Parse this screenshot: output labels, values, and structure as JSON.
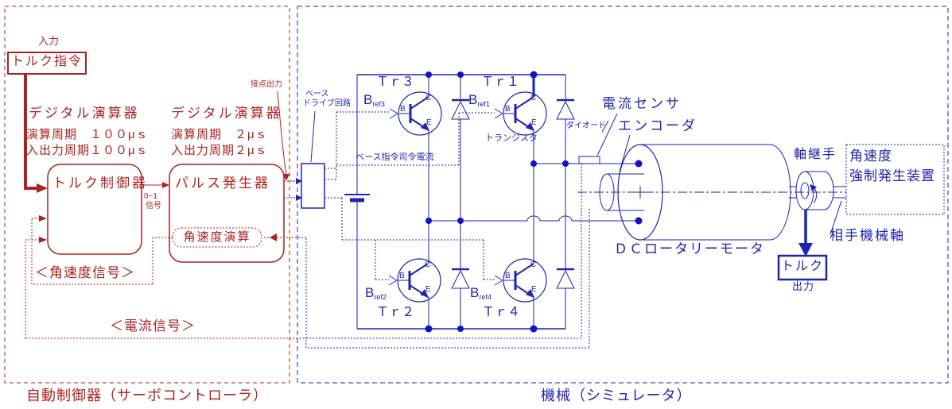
{
  "colors": {
    "red": "#aa2222",
    "blue": "#2222b2",
    "dot": "#1111cc",
    "background": "#ffffff"
  },
  "controller": {
    "caption": "自動制御器（サーボコントローラ）",
    "input_label": "入力",
    "torque_command": "トルク指令",
    "dsp_left": {
      "title": "デジタル演算器",
      "line1": "演算周期　１００μｓ",
      "line2": "入出力周期１００μｓ"
    },
    "dsp_right": {
      "title": "デジタル演算器",
      "line1": "演算周期　２μｓ",
      "line2": "入出力周期２μｓ"
    },
    "contact_output": "接点出力",
    "torque_controller": "トルク制御器",
    "pulse_generator": "パルス発生器",
    "angular_velocity_calc": "角速度演算",
    "signal_01": "0~1",
    "signal_01_sub": "信号",
    "angular_velocity_signal": "＜角速度信号＞",
    "current_signal": "＜電流信号＞"
  },
  "machine": {
    "caption": "機械（シミュレータ）",
    "base_drive_line1": "ベース",
    "base_drive_line2": "ドライブ回路",
    "base_command_current": "ベース指令司令電流",
    "transistors": {
      "tr1": "Ｔｒ１",
      "tr2": "Ｔｒ２",
      "tr3": "Ｔｒ３",
      "tr4": "Ｔｒ４"
    },
    "bref": {
      "base": "B",
      "tr1": "ref1",
      "tr2": "ref2",
      "tr3": "ref3",
      "tr4": "ref4"
    },
    "terminals": {
      "b": "B",
      "c": "C",
      "e": "E"
    },
    "transistor_label": "トランジスタ",
    "diode_label": "ダイオード",
    "current_sensor": "電流センサ",
    "encoder": "エンコーダ",
    "motor": "ＤＣロータリーモータ",
    "coupling": "軸継手",
    "forced_generator_line1": "角速度",
    "forced_generator_line2": "強制発生装置",
    "mating_shaft": "相手機械軸",
    "torque_output": "トルク",
    "output_label": "出力"
  }
}
